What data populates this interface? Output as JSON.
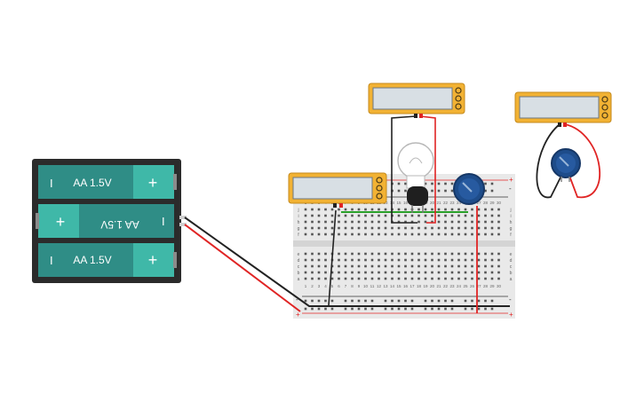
{
  "battery_pack": {
    "cells": [
      {
        "label": "AA 1.5V",
        "neg": "I",
        "pos": "+",
        "flipped": false
      },
      {
        "label": "AA 1.5V",
        "neg": "I",
        "pos": "+",
        "flipped": true
      },
      {
        "label": "AA 1.5V",
        "neg": "I",
        "pos": "+",
        "flipped": false
      }
    ]
  },
  "breadboard": {
    "col_labels": [
      "1",
      "2",
      "3",
      "4",
      "5",
      "6",
      "7",
      "8",
      "9",
      "10",
      "11",
      "12",
      "13",
      "14",
      "15",
      "16",
      "17",
      "18",
      "19",
      "20",
      "21",
      "22",
      "23",
      "24",
      "25",
      "26",
      "27",
      "28",
      "29",
      "30"
    ],
    "row_labels_top": [
      "j",
      "i",
      "h",
      "g",
      "f"
    ],
    "row_labels_bottom": [
      "e",
      "d",
      "c",
      "b",
      "a"
    ],
    "rail_minus": "-",
    "rail_plus": "+"
  },
  "multimeters": [
    {
      "name": "multimeter-board-left",
      "display": ""
    },
    {
      "name": "multimeter-top-center",
      "display": ""
    },
    {
      "name": "multimeter-top-right",
      "display": ""
    }
  ],
  "colors": {
    "battery_body": "#2f8d86",
    "battery_cap": "#3fb8a8",
    "battery_holder": "#2b2b2b",
    "multimeter_frame": "#f2b233",
    "multimeter_screen": "#d8dfe4",
    "wire_red": "#e02424",
    "wire_black": "#222222",
    "wire_green": "#2aa12a",
    "potentiometer": "#1e4c8a"
  }
}
